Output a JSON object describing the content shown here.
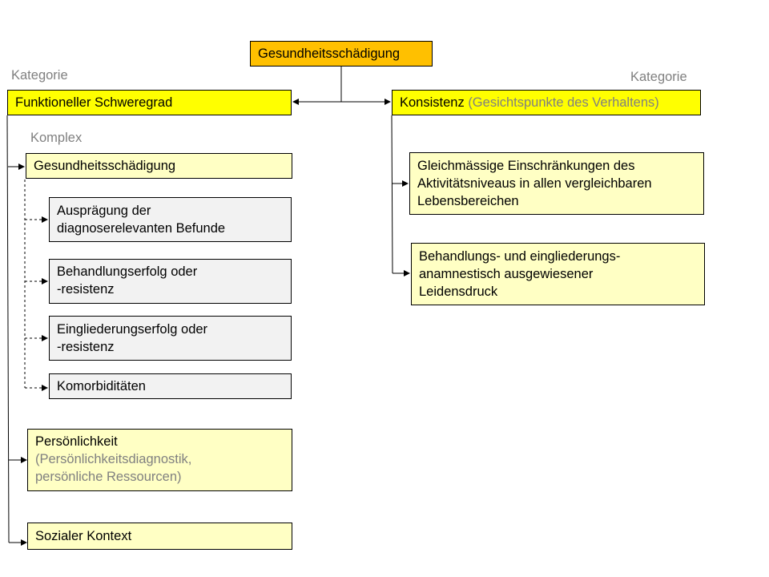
{
  "root": {
    "label": "Gesundheitsschädigung"
  },
  "left": {
    "category_label": "Kategorie",
    "title": "Funktioneller Schweregrad",
    "complex_label": "Komplex",
    "health": {
      "title": "Gesundheitsschädigung",
      "items": [
        {
          "line1": "Ausprägung der",
          "line2": "diagnoserelevanten Befunde"
        },
        {
          "line1": "Behandlungserfolg oder",
          "line2": "-resistenz"
        },
        {
          "line1": "Eingliederungserfolg oder",
          "line2": "-resistenz"
        },
        {
          "line1": "Komorbiditäten"
        }
      ]
    },
    "personality": {
      "title": "Persönlichkeit",
      "note_line1": "(Persönlichkeitsdiagnostik,",
      "note_line2": "persönliche Ressourcen)"
    },
    "social": {
      "title": "Sozialer Kontext"
    }
  },
  "right": {
    "category_label": "Kategorie",
    "title": "Konsistenz",
    "title_note": "(Gesichtspunkte des Verhaltens)",
    "items": [
      {
        "line1": "Gleichmässige Einschränkungen des",
        "line2": "Aktivitätsniveaus in allen vergleichbaren",
        "line3": "Lebensbereichen"
      },
      {
        "line1": "Behandlungs- und eingliederungs-",
        "line2": "anamnestisch ausgewiesener",
        "line3": "Leidensdruck"
      }
    ]
  },
  "colors": {
    "root_fill": "#ffc000",
    "category_fill": "#ffff00",
    "pale_fill": "#ffffc4",
    "grey_fill": "#f2f2f2",
    "label_text": "#808080"
  }
}
